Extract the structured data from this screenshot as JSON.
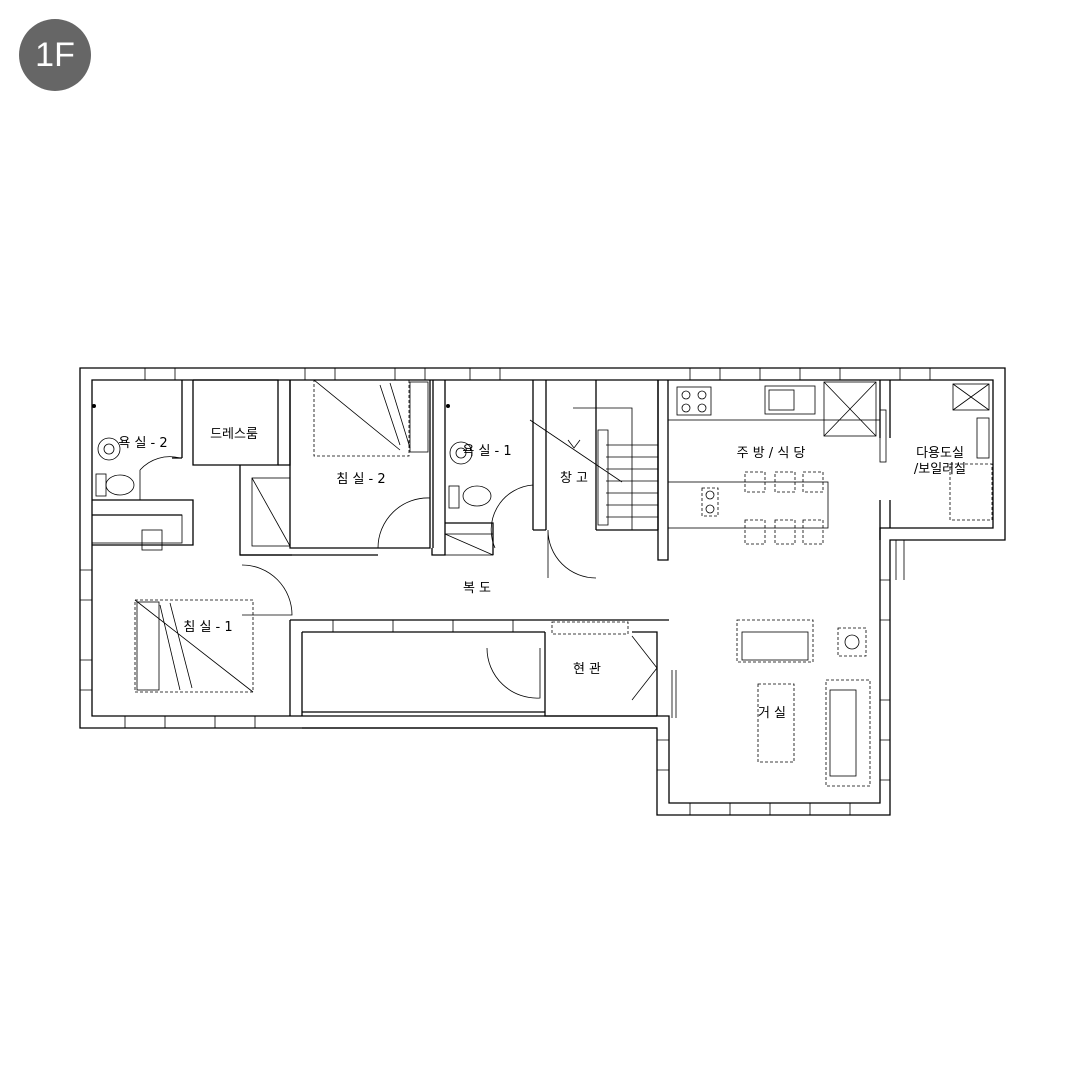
{
  "floor_badge": "1F",
  "rooms": {
    "bath2": "욕 실 - 2",
    "dressroom": "드레스룸",
    "bedroom2": "침 실 - 2",
    "bath1": "욕 실 - 1",
    "storage": "창 고",
    "kitchen_dining": "주 방 / 식 당",
    "utility_line1": "다용도실",
    "utility_line2": "/보일러실",
    "corridor": "복 도",
    "bedroom1": "침 실 - 1",
    "entrance": "현 관",
    "living": "거 실"
  },
  "colors": {
    "badge": "#666666",
    "lines": "#000000"
  }
}
